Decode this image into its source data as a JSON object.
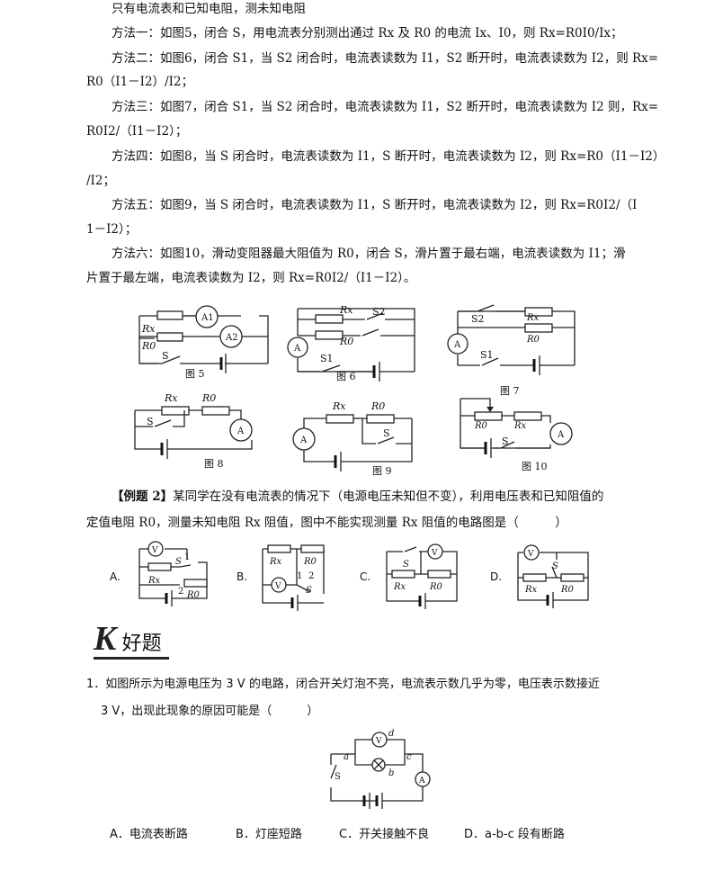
{
  "intro": "只有电流表和已知电阻，测未知电阻",
  "methods": {
    "m1": "方法一：如图5，闭合 S，用电流表分别测出通过 Rx 及 R0 的电流 Ix、I0，则 Rx=R0I0/Ix；",
    "m2a": "方法二：如图6，闭合 S1，当 S2 闭合时，电流表读数为 I1，S2 断开时，电流表读数为 I2，则 Rx=",
    "m2b": "R0（I1－I2）/I2；",
    "m3a": "方法三：如图7，闭合 S1，当 S2 闭合时，电流表读数为 I1，S2 断开时，电流表读数为 I2 则，Rx=",
    "m3b": "R0I2/（I1－I2）；",
    "m4a": "方法四：如图8，当 S 闭合时，电流表读数为 I1，S 断开时，电流表读数为 I2，则 Rx=R0（I1－I2）",
    "m4b": "/I2；",
    "m5a": "方法五：如图9，当 S 闭合时，电流表读数为 I1，S 断开时，电流表读数为 I2，则 Rx=R0I2/（I",
    "m5b": "1－I2）；",
    "m6a": "方法六：如图10，滑动变阻器最大阻值为 R0，闭合 S，滑片置于最右端，电流表读数为 I1；滑",
    "m6b": "片置于最左端，电流表读数为 I2，则 Rx=R0I2/（I1－I2）。"
  },
  "figures": {
    "f5": "图 5",
    "f6": "图 6",
    "f7": "图 7",
    "f8": "图 8",
    "f9": "图 9",
    "f10": "图 10",
    "ammeter": "A",
    "a1": "A1",
    "a2": "A2",
    "voltmeter": "V",
    "rx": "Rx",
    "r0": "R0",
    "s": "S",
    "s1": "S1",
    "s2": "S2",
    "one": "1",
    "two": "2",
    "a_pt": "a",
    "b_pt": "b",
    "c_pt": "c",
    "d_pt": "d"
  },
  "example2": {
    "tag": "【例题 2】",
    "line1": "某同学在没有电流表的情况下（电源电压未知但不变），利用电压表和已知阻值的",
    "line2": "定值电阻 R0，测量未知电阻 Rx 阻值，图中不能实现测量 Rx 阻值的电路图是（　　　）",
    "options": [
      "A.",
      "B.",
      "C.",
      "D."
    ]
  },
  "section": {
    "letter": "K",
    "title": "好题"
  },
  "q1": {
    "line1": "1．如图所示为电源电压为 3  V 的电路，闭合开关灯泡不亮，电流表示数几乎为零，电压表示数接近",
    "line2": "3  V，出现此现象的原因可能是（　　　）",
    "options": [
      "A．电流表断路",
      "B．灯座短路",
      "C．开关接触不良",
      "D．a-b-c 段有断路"
    ]
  }
}
